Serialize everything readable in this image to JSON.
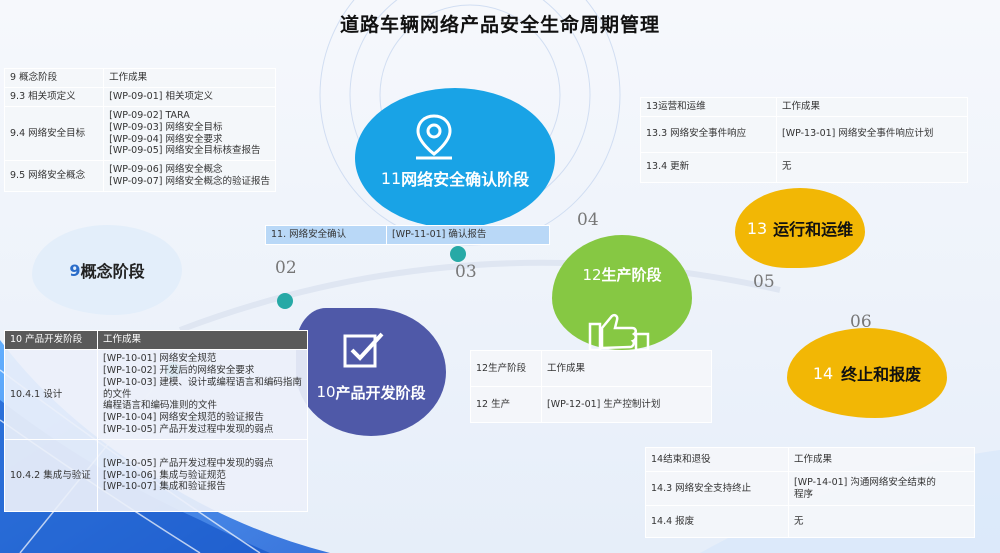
{
  "title": "道路车辆网络产品安全生命周期管理",
  "stages": {
    "concept": {
      "num": "9",
      "label": "概念阶段"
    },
    "dev": {
      "num": "10",
      "label": "产品开发阶段"
    },
    "confirm": {
      "num": "11",
      "label": "网络安全确认阶段"
    },
    "production": {
      "num": "12",
      "label": "生产阶段"
    },
    "ops": {
      "num": "13",
      "label": "运行和运维"
    },
    "end": {
      "num": "14",
      "label": "终止和报废"
    }
  },
  "markers": [
    "02",
    "03",
    "04",
    "05",
    "06"
  ],
  "tables": {
    "concept": {
      "header": [
        "9 概念阶段",
        "工作成果"
      ],
      "rows": [
        {
          "label": "9.3 相关项定义",
          "items": [
            "[WP-09-01] 相关项定义"
          ]
        },
        {
          "label": "9.4 网络安全目标",
          "items": [
            "[WP-09-02] TARA",
            "[WP-09-03] 网络安全目标",
            "[WP-09-04] 网络安全要求",
            "[WP-09-05] 网络安全目标核查报告"
          ]
        },
        {
          "label": "9.5 网络安全概念",
          "items": [
            "[WP-09-06] 网络安全概念",
            "[WP-09-07] 网络安全概念的验证报告"
          ]
        }
      ]
    },
    "confirm": {
      "label": "11. 网络安全确认",
      "items": [
        "[WP-11-01] 确认报告"
      ]
    },
    "ops": {
      "header": [
        "13运营和运维",
        "工作成果"
      ],
      "rows": [
        {
          "label": "13.3 网络安全事件响应",
          "items": [
            "[WP-13-01] 网络安全事件响应计划"
          ]
        },
        {
          "label": "13.4 更新",
          "items": [
            "无"
          ]
        }
      ]
    },
    "dev": {
      "header": [
        "10 产品开发阶段",
        "工作成果"
      ],
      "rows": [
        {
          "label": "10.4.1 设计",
          "items": [
            "[WP-10-01] 网络安全规范",
            "[WP-10-02] 开发后的网络安全要求",
            "[WP-10-03] 建模、设计或编程语言和编码指南",
            "的文件",
            "编程语言和编码准则的文件",
            "[WP-10-04] 网络安全规范的验证报告",
            "[WP-10-05] 产品开发过程中发现的弱点"
          ]
        },
        {
          "label": "10.4.2 集成与验证",
          "items": [
            "[WP-10-05] 产品开发过程中发现的弱点",
            "[WP-10-06] 集成与验证规范",
            "[WP-10-07] 集成和验证报告"
          ]
        }
      ]
    },
    "production": {
      "header": [
        "12生产阶段",
        "工作成果"
      ],
      "rows": [
        {
          "label": "12 生产",
          "items": [
            "[WP-12-01] 生产控制计划"
          ]
        }
      ]
    },
    "end": {
      "header": [
        "14结束和退役",
        "工作成果"
      ],
      "rows": [
        {
          "label": "14.3 网络安全支持终止",
          "items": [
            "[WP-14-01] 沟通网络安全结束的",
            "程序"
          ]
        },
        {
          "label": "14.4 报废",
          "items": [
            "无"
          ]
        }
      ]
    }
  }
}
